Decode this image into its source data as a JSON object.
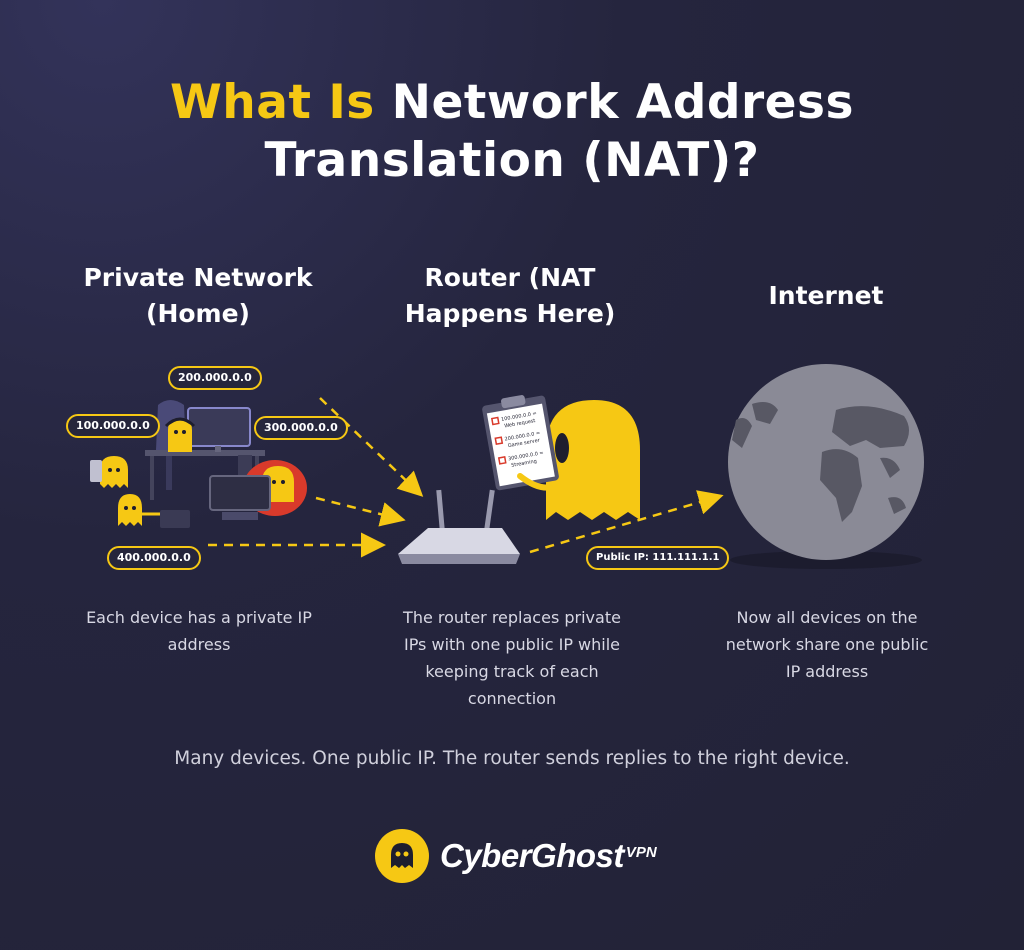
{
  "title": {
    "highlight": "What Is",
    "rest_line1": "Network Address",
    "line2": "Translation (NAT)?"
  },
  "columns": [
    {
      "heading": "Private Network (Home)",
      "description": "Each device has a private IP address"
    },
    {
      "heading": "Router (NAT Happens Here)",
      "description": "The router replaces private IPs with one public IP while keeping track of each connection"
    },
    {
      "heading": "Internet",
      "description": "Now all devices on the network share one public IP address"
    }
  ],
  "private_ips": [
    "100.000.0.0",
    "200.000.0.0",
    "300.000.0.0",
    "400.000.0.0"
  ],
  "public_ip_label": "Public IP: 111.111.1.1",
  "clipboard_entries": [
    {
      "ip": "100.000.0.0 =",
      "label": "Web request"
    },
    {
      "ip": "200.000.0.0 =",
      "label": "Game server"
    },
    {
      "ip": "300.000.0.0 =",
      "label": "Streaming"
    }
  ],
  "tagline": "Many devices. One public IP. The router sends replies to the right device.",
  "brand": {
    "name": "CyberGhost",
    "suffix": "VPN",
    "accent_color": "#f6c814"
  },
  "colors": {
    "background": "#25253e",
    "accent": "#f6c814",
    "globe": "#8a8a96",
    "continents": "#585864"
  },
  "icons": [
    "ghost-mascot-icon",
    "router-icon",
    "globe-icon",
    "clipboard-icon",
    "gaming-pc-icon",
    "phone-icon",
    "laptop-icon"
  ]
}
